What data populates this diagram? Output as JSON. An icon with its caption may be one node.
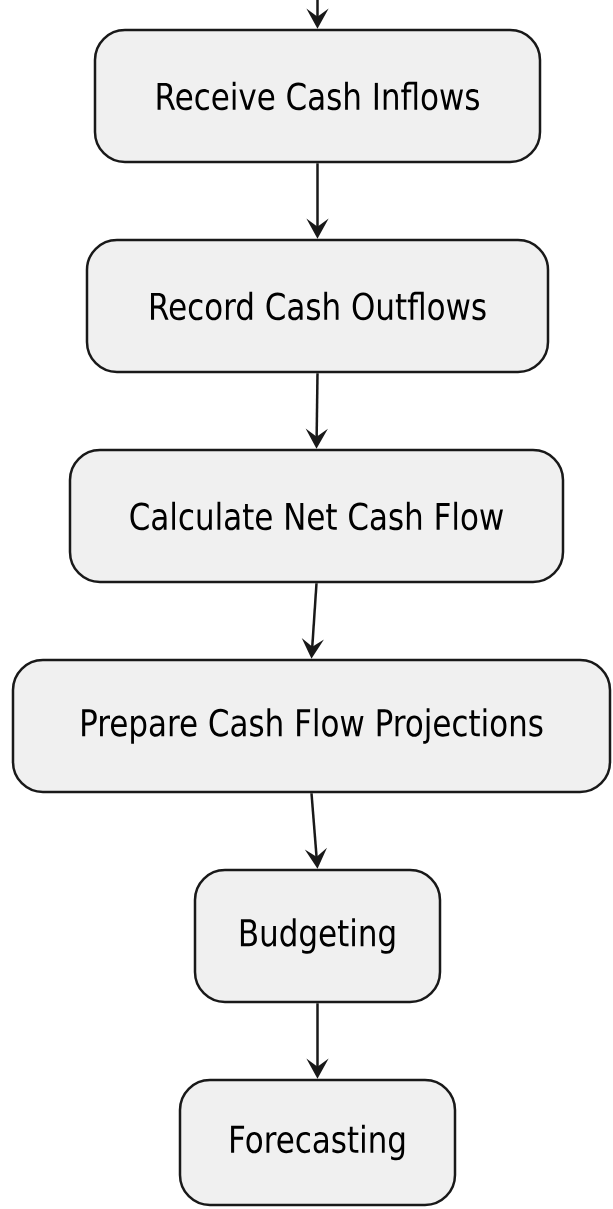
{
  "diagram": {
    "nodes": [
      {
        "text": [
          "Receive Cash Inflows"
        ]
      },
      {
        "text": [
          "Record Cash Outflows"
        ]
      },
      {
        "text": [
          "Calculate Net Cash Flow"
        ]
      },
      {
        "text": [
          "Prepare Cash Flow Projections"
        ]
      },
      {
        "text": [
          "Budgeting"
        ]
      },
      {
        "text": [
          "Forecasting"
        ]
      }
    ],
    "edges": [
      {
        "from": null,
        "to": 0,
        "arrow": "to"
      },
      {
        "from": 0,
        "to": 1,
        "arrow": "to"
      },
      {
        "from": 1,
        "to": 2,
        "arrow": "to"
      },
      {
        "from": 2,
        "to": 3,
        "arrow": "to"
      },
      {
        "from": 3,
        "to": 4,
        "arrow": "to"
      },
      {
        "from": 4,
        "to": 5,
        "arrow": "to"
      }
    ]
  }
}
